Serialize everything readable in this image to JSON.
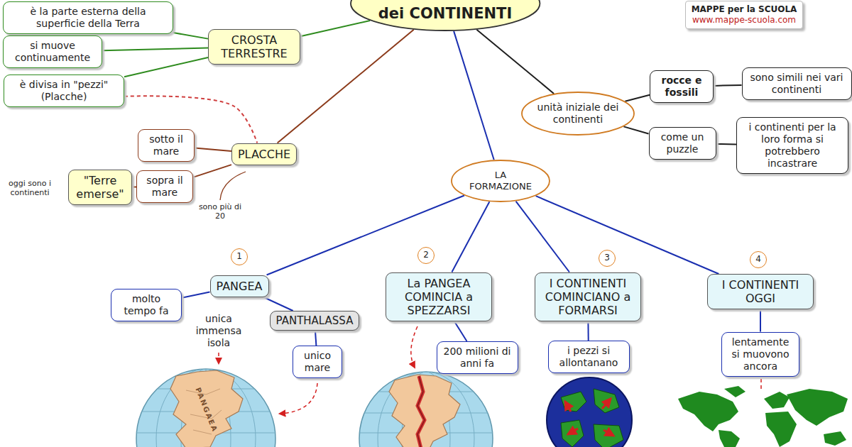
{
  "diagram": {
    "nodes": [
      {
        "text": [
          "dei CONTINENTI"
        ]
      },
      {
        "text": [
          "è la parte esterna della superficie della Terra"
        ]
      },
      {
        "text": [
          "si muove continuamente"
        ]
      },
      {
        "text": [
          "CROSTA TERRESTRE"
        ]
      },
      {
        "text": [
          "è divisa in \"pezzi\" (Placche)"
        ]
      },
      {
        "text": [
          "MAPPE per la SCUOLA",
          "www.mappe-scuola.com"
        ]
      },
      {
        "text": [
          "rocce e fossili"
        ]
      },
      {
        "text": [
          "sono simili nei vari continenti"
        ]
      },
      {
        "text": [
          "unità iniziale dei continenti"
        ]
      },
      {
        "text": [
          "sotto il mare"
        ]
      },
      {
        "text": [
          "PLACCHE"
        ]
      },
      {
        "text": [
          "come un puzzle"
        ]
      },
      {
        "text": [
          "i continenti per la loro forma si potrebbero incastrare"
        ]
      },
      {
        "text": [
          "sopra il mare"
        ]
      },
      {
        "text": [
          "\"Terre emerse\""
        ]
      },
      {
        "text": [
          "LA FORMAZIONE"
        ]
      },
      {
        "text": [
          "PANGEA"
        ]
      },
      {
        "text": [
          "La PANGEA COMINCIA a SPEZZARSI"
        ]
      },
      {
        "text": [
          "I CONTINENTI COMINCIANO a FORMARSI"
        ]
      },
      {
        "text": [
          "I CONTINENTI OGGI"
        ]
      },
      {
        "text": [
          "molto tempo fa"
        ]
      },
      {
        "text": [
          "PANTHALASSA"
        ]
      },
      {
        "text": [
          "unico mare"
        ]
      },
      {
        "text": [
          "200 milioni di anni fa"
        ]
      },
      {
        "text": [
          "i pezzi si allontanano"
        ]
      },
      {
        "text": [
          "lentamente si muovono ancora"
        ]
      }
    ],
    "edges": [
      {
        "from": 0,
        "to": 3,
        "arrow": "none"
      },
      {
        "from": 3,
        "to": 1,
        "arrow": "none"
      },
      {
        "from": 3,
        "to": 2,
        "arrow": "none"
      },
      {
        "from": 3,
        "to": 4,
        "arrow": "none"
      },
      {
        "from": 0,
        "to": 10,
        "arrow": "none"
      },
      {
        "from": 4,
        "to": 10,
        "arrow": "none"
      },
      {
        "from": 10,
        "to": 9,
        "arrow": "none"
      },
      {
        "from": 10,
        "to": 13,
        "arrow": "none"
      },
      {
        "from": 13,
        "to": 14,
        "arrow": "none"
      },
      {
        "from": 0,
        "to": 8,
        "arrow": "none"
      },
      {
        "from": 8,
        "to": 6,
        "arrow": "none"
      },
      {
        "from": 6,
        "to": 7,
        "arrow": "none"
      },
      {
        "from": 8,
        "to": 11,
        "arrow": "none"
      },
      {
        "from": 11,
        "to": 12,
        "arrow": "none"
      },
      {
        "from": 0,
        "to": 15,
        "arrow": "none"
      },
      {
        "from": 15,
        "to": 16,
        "arrow": "none"
      },
      {
        "from": 15,
        "to": 17,
        "arrow": "none"
      },
      {
        "from": 15,
        "to": 18,
        "arrow": "none"
      },
      {
        "from": 15,
        "to": 19,
        "arrow": "none"
      },
      {
        "from": 16,
        "to": 20,
        "arrow": "none"
      },
      {
        "from": 16,
        "to": 21,
        "arrow": "none"
      },
      {
        "from": 21,
        "to": 22,
        "arrow": "none"
      },
      {
        "from": 17,
        "to": 23,
        "arrow": "none"
      },
      {
        "from": 18,
        "to": 24,
        "arrow": "none"
      },
      {
        "from": 19,
        "to": 25,
        "arrow": "none"
      }
    ],
    "labels": [
      "oggi sono i continenti",
      "sono più di 20",
      "1",
      "2",
      "3",
      "4",
      "unica immensa isola",
      "PANGAEA"
    ]
  }
}
